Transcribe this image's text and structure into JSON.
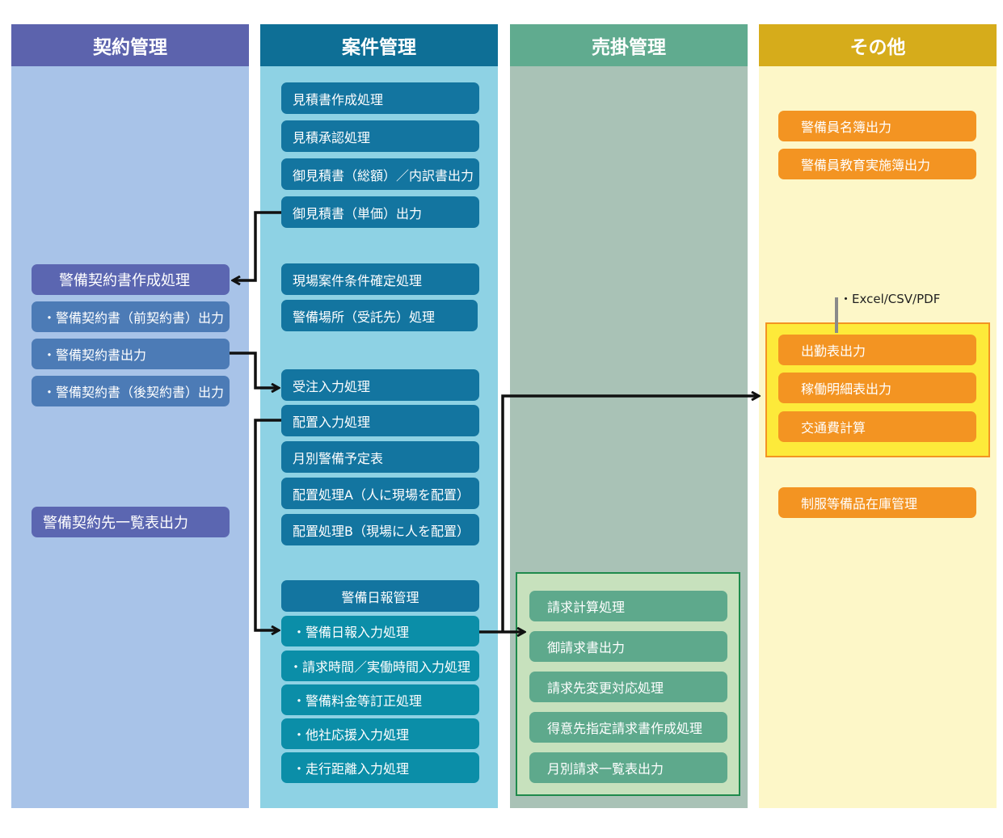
{
  "colors": {
    "keiyaku_header": "#5c63ad",
    "keiyaku_bg": "#a8c3e8",
    "anken_header": "#0e6f96",
    "anken_bg": "#8ed2e4",
    "urikake_header": "#60ab8f",
    "urikake_bg": "#a9c2b6",
    "sonota_header": "#d6ac1b",
    "sonota_bg": "#fdf7c8",
    "urikake_group_bg": "#c7e1bd",
    "urikake_group_border": "#1f8a4c",
    "sonota_group_bg": "#fdea3a",
    "sonota_group_border": "#f39422"
  },
  "columns": {
    "keiyaku": {
      "title": "契約管理",
      "items": [
        "警備契約書作成処理",
        "・警備契約書（前契約書）出力",
        "・警備契約書出力",
        "・警備契約書（後契約書）出力",
        "警備契約先一覧表出力"
      ]
    },
    "anken": {
      "title": "案件管理",
      "items": [
        "見積書作成処理",
        "見積承認処理",
        "御見積書（総額）／内訳書出力",
        "御見積書（単価）出力",
        "現場案件条件確定処理",
        "警備場所（受託先）処理",
        "受注入力処理",
        "配置入力処理",
        "月別警備予定表",
        "配置処理A（人に現場を配置）",
        "配置処理B（現場に人を配置）",
        "警備日報管理",
        "・警備日報入力処理",
        "・請求時間／実働時間入力処理",
        "・警備料金等訂正処理",
        "・他社応援入力処理",
        "・走行距離入力処理"
      ]
    },
    "urikake": {
      "title": "売掛管理",
      "items": [
        "請求計算処理",
        "御請求書出力",
        "請求先変更対応処理",
        "得意先指定請求書作成処理",
        "月別請求一覧表出力"
      ]
    },
    "sonota": {
      "title": "その他",
      "items": [
        "警備員名簿出力",
        "警備員教育実施簿出力",
        "出勤表出力",
        "稼働明細表出力",
        "交通費計算",
        "制服等備品在庫管理"
      ],
      "note": "・Excel/CSV/PDF"
    }
  }
}
